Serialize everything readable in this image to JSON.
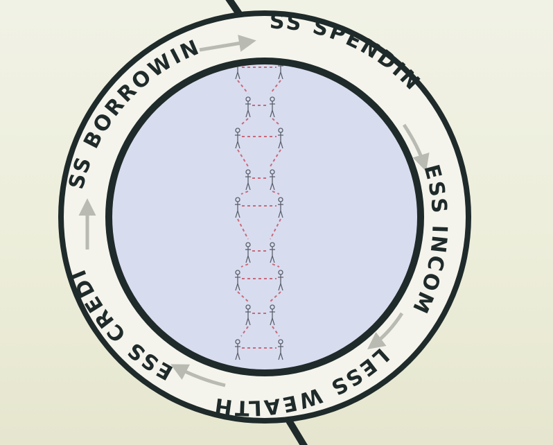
{
  "diagram": {
    "cycle": [
      {
        "id": "less-spending",
        "text": "LESS SPENDING"
      },
      {
        "id": "less-income",
        "text": "LESS INCOME"
      },
      {
        "id": "less-wealth",
        "text": "LESS WEALTH"
      },
      {
        "id": "less-credit",
        "text": "LESS CREDIT"
      },
      {
        "id": "less-borrowing",
        "text": "LESS BORROWING"
      }
    ],
    "colors": {
      "background": "#eeefe0",
      "ring": "#1f2a2a",
      "inner": "#d7dbf0",
      "arrow": "#b9bbb3",
      "chain": "#c76a7a",
      "figure": "#5a5f6a"
    }
  }
}
